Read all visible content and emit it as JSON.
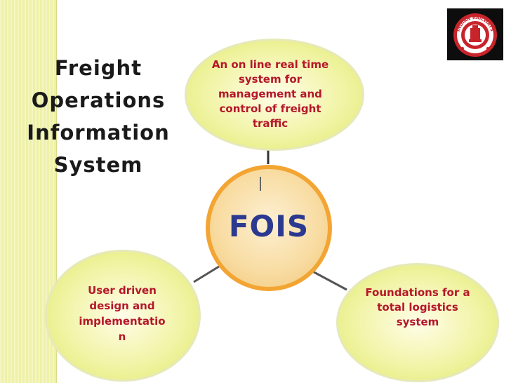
{
  "title_lines": [
    "Freight",
    "Operations",
    "Information",
    "System"
  ],
  "center": {
    "label": "FOIS"
  },
  "nodes": {
    "top": [
      "An on line real time",
      "system for",
      "management and",
      "control of freight",
      "traffic"
    ],
    "left": [
      "User driven",
      "design and",
      "implementatio",
      "n"
    ],
    "right": [
      "Foundations for a",
      "total logistics",
      "system"
    ]
  },
  "logo": {
    "icon": "indian-railways-emblem",
    "text": "INDIAN RAILWAYS"
  },
  "colors": {
    "title": "#1a1a1a",
    "node_text": "#b5172a",
    "center_text": "#2b3990",
    "center_border": "#f3a533",
    "node_fill": "#f1f4a6",
    "side_bar": "#eef1a6"
  }
}
